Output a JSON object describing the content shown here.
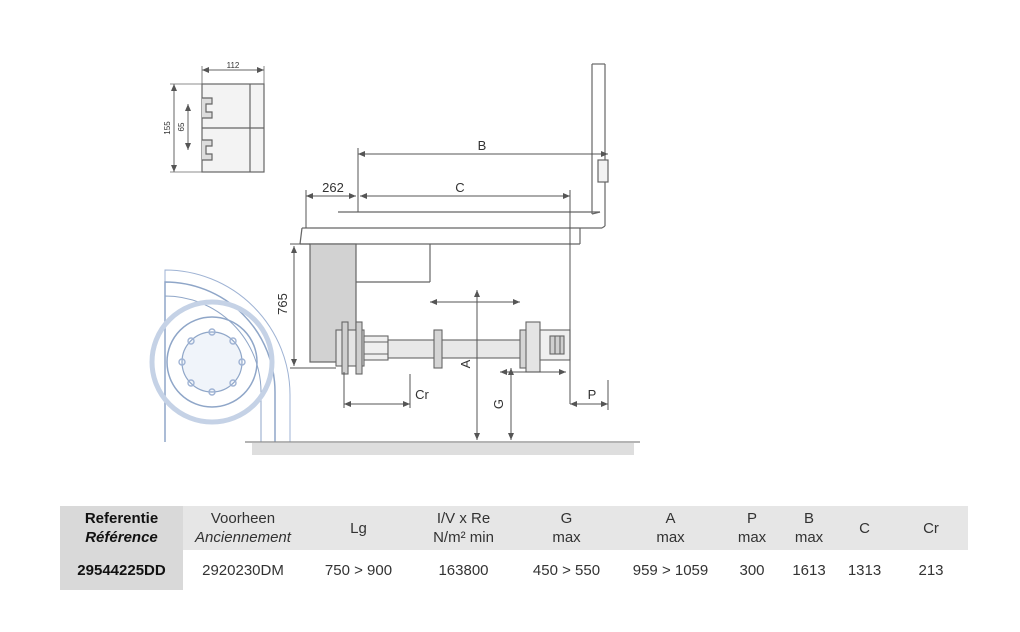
{
  "diagram": {
    "profile_labels": {
      "width": "112",
      "height_total": "155",
      "height_inner": "65"
    },
    "dimension_labels": {
      "b": "B",
      "c": "C",
      "dim_262": "262",
      "dim_765": "765",
      "a": "A",
      "g": "G",
      "cr": "Cr",
      "p": "P"
    }
  },
  "table": {
    "headers": [
      {
        "key": "ref",
        "line1": "Referentie",
        "line2": "Référence"
      },
      {
        "key": "prev",
        "line1": "Voorheen",
        "line2": "Anciennement"
      },
      {
        "key": "lg",
        "line1": "Lg",
        "line2": ""
      },
      {
        "key": "ivx",
        "line1": "I/V x Re",
        "line2": "N/m² min"
      },
      {
        "key": "g",
        "line1": "G",
        "line2": "max"
      },
      {
        "key": "a",
        "line1": "A",
        "line2": "max"
      },
      {
        "key": "p",
        "line1": "P",
        "line2": "max"
      },
      {
        "key": "b",
        "line1": "B",
        "line2": "max"
      },
      {
        "key": "c",
        "line1": "C",
        "line2": ""
      },
      {
        "key": "cr",
        "line1": "Cr",
        "line2": ""
      }
    ],
    "rows": [
      [
        "29544225DD",
        "2920230DM",
        "750 > 900",
        "163800",
        "450 > 550",
        "959 > 1059",
        "300",
        "1613",
        "1313",
        "213"
      ]
    ]
  }
}
